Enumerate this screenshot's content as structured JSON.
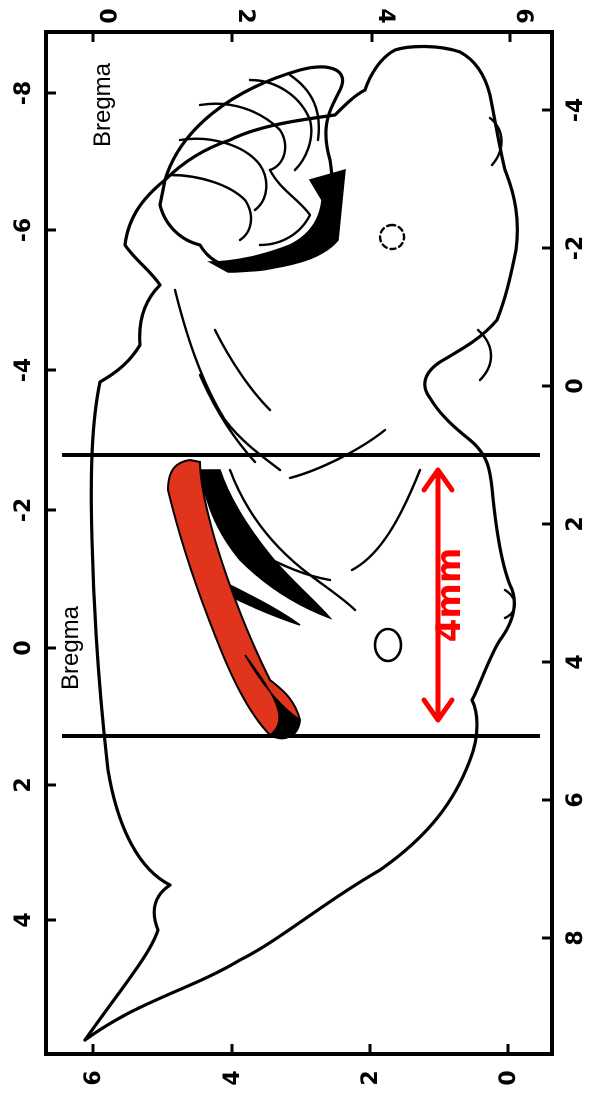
{
  "left_axis": {
    "ticks": [
      "0",
      "2",
      "4",
      "6",
      "8"
    ]
  },
  "left_axis_reverse_ticks": [
    "-8",
    "-6",
    "-4",
    "-2",
    "0",
    "2",
    "4"
  ],
  "top_axis": {
    "ticks": [
      "0",
      "2",
      "4",
      "6"
    ]
  },
  "bottom_axis": {
    "ticks": [
      "0",
      "2",
      "4",
      "6"
    ]
  },
  "right_axis": {
    "ticks": [
      "-4",
      "-2",
      "0",
      "2",
      "4",
      "6",
      "8"
    ]
  },
  "labels": {
    "bregma_top": "Bregma",
    "bregma_middle": "Bregma",
    "span": "4mm"
  },
  "colors": {
    "highlight_region": "#e0351c",
    "annotation": "#ff0000",
    "line": "#000000"
  }
}
